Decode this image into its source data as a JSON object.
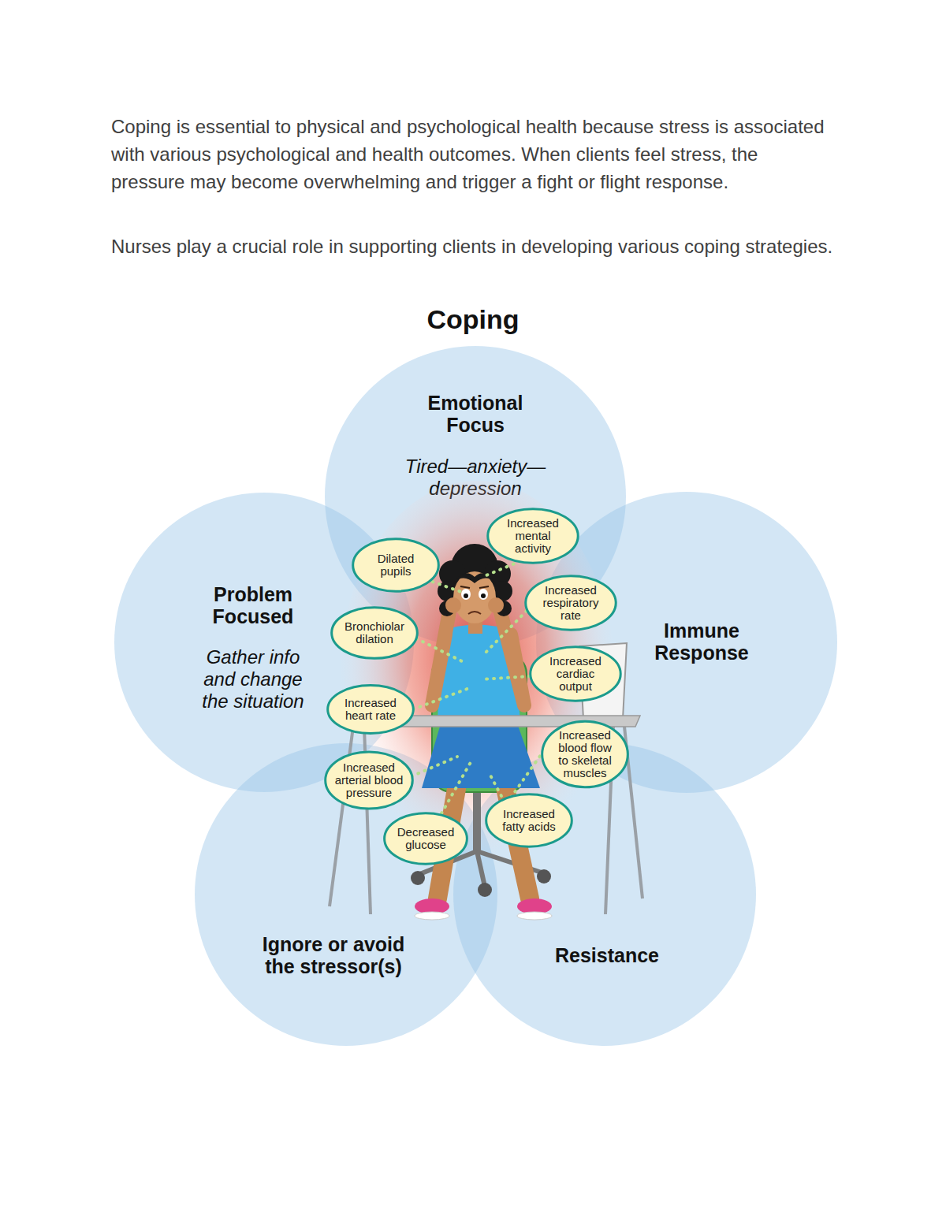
{
  "diagram": {
    "title": "Coping",
    "nodes": [
      {
        "text": [
          "Emotional Focus",
          "Tired—anxiety— depression"
        ]
      },
      {
        "text": [
          "Problem Focused",
          "Gather info and change the situation"
        ]
      },
      {
        "text": [
          "Immune Response"
        ]
      },
      {
        "text": [
          "Ignore or avoid the stressor(s)"
        ]
      },
      {
        "text": [
          "Resistance"
        ]
      },
      {
        "text": [
          "Increased mental activity"
        ]
      },
      {
        "text": [
          "Dilated pupils"
        ]
      },
      {
        "text": [
          "Increased respiratory rate"
        ]
      },
      {
        "text": [
          "Bronchiolar dilation"
        ]
      },
      {
        "text": [
          "Increased cardiac output"
        ]
      },
      {
        "text": [
          "Increased heart rate"
        ]
      },
      {
        "text": [
          "Increased blood flow to skeletal muscles"
        ]
      },
      {
        "text": [
          "Increased arterial blood pressure"
        ]
      },
      {
        "text": [
          "Increased fatty acids"
        ]
      },
      {
        "text": [
          "Decreased glucose"
        ]
      }
    ],
    "labels": [
      "Coping is essential to physical and psychological health because stress is associated with various psychological and health outcomes. When clients feel stress, the pressure may become overwhelming and trigger a fight or flight response.",
      "Nurses play a crucial role in supporting clients in developing various coping strategies."
    ]
  }
}
